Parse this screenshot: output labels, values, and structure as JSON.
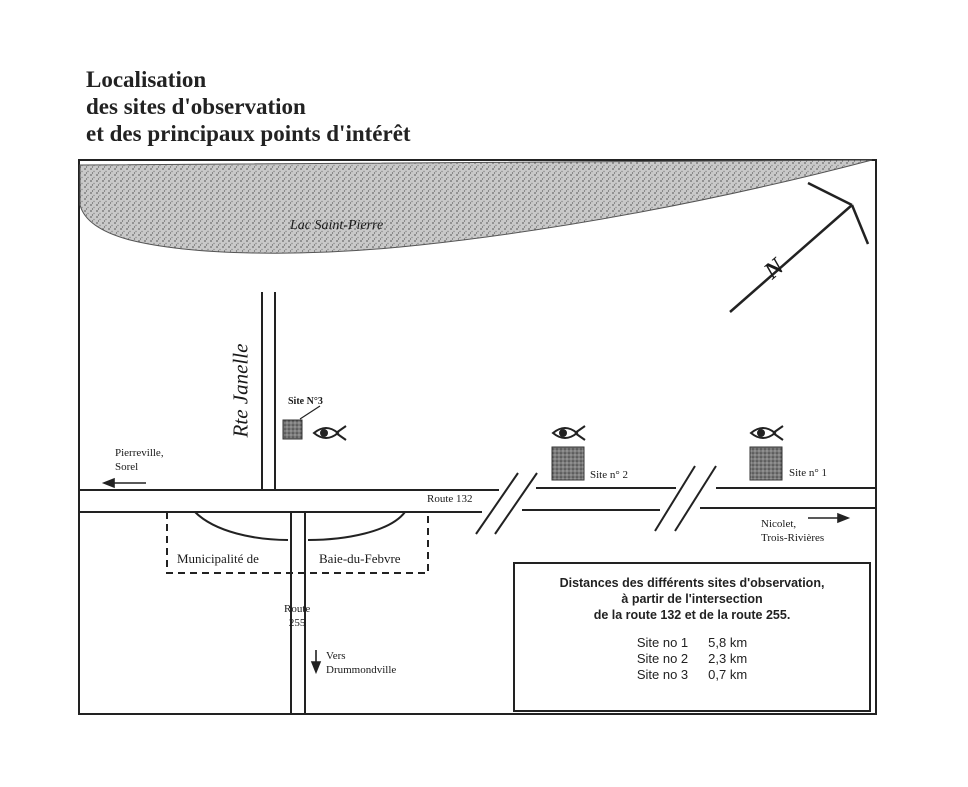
{
  "title": {
    "line1": "Localisation",
    "line2": "des sites d'observation",
    "line3": "et des principaux points d'intérêt"
  },
  "map": {
    "lake": "Lac Saint-Pierre",
    "handwritten_road": "Rte Janelle",
    "site3": "Site N°3",
    "site2": "Site n° 2",
    "site1": "Site n° 1",
    "pierreville_1": "Pierreville,",
    "pierreville_2": "Sorel",
    "route132": "Route 132",
    "nicolet_1": "Nicolet,",
    "nicolet_2": "Trois-Rivières",
    "municipality_1": "Municipalité de",
    "municipality_2": "Baie-du-Febvre",
    "route255_1": "Route",
    "route255_2": "255",
    "vers_1": "Vers",
    "vers_2": "Drummondville",
    "north": "N"
  },
  "distances": {
    "heading_1": "Distances des différents sites d'observation,",
    "heading_2": "à partir de l'intersection",
    "heading_3": "de la route 132 et de la route 255.",
    "rows": [
      {
        "site": "Site no 1",
        "distance": "5,8 km"
      },
      {
        "site": "Site no 2",
        "distance": "2,3 km"
      },
      {
        "site": "Site no 3",
        "distance": "0,7 km"
      }
    ]
  }
}
